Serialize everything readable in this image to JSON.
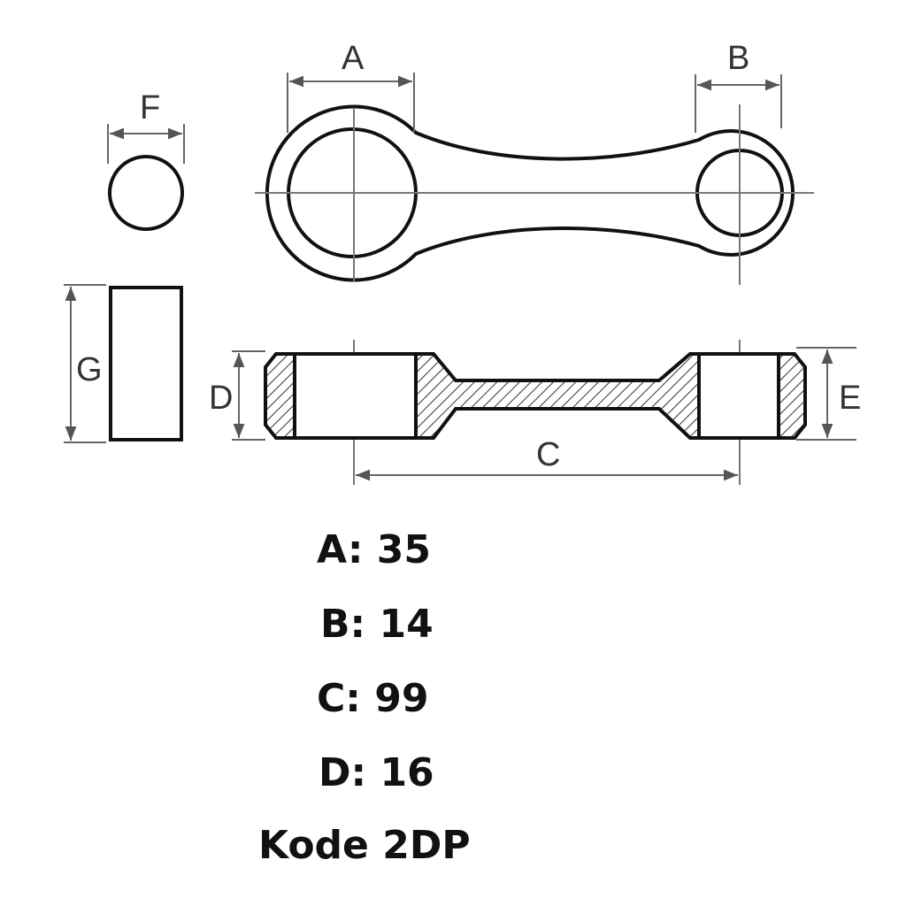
{
  "diagram": {
    "title": "Connecting rod dimension diagram",
    "labels": {
      "A": "A",
      "B": "B",
      "C": "C",
      "D": "D",
      "E": "E",
      "F": "F",
      "G": "G"
    }
  },
  "specs": [
    {
      "text": "A: 35"
    },
    {
      "text": "B: 14"
    },
    {
      "text": "C: 99"
    },
    {
      "text": "D: 16"
    }
  ],
  "code": "Kode 2DP"
}
